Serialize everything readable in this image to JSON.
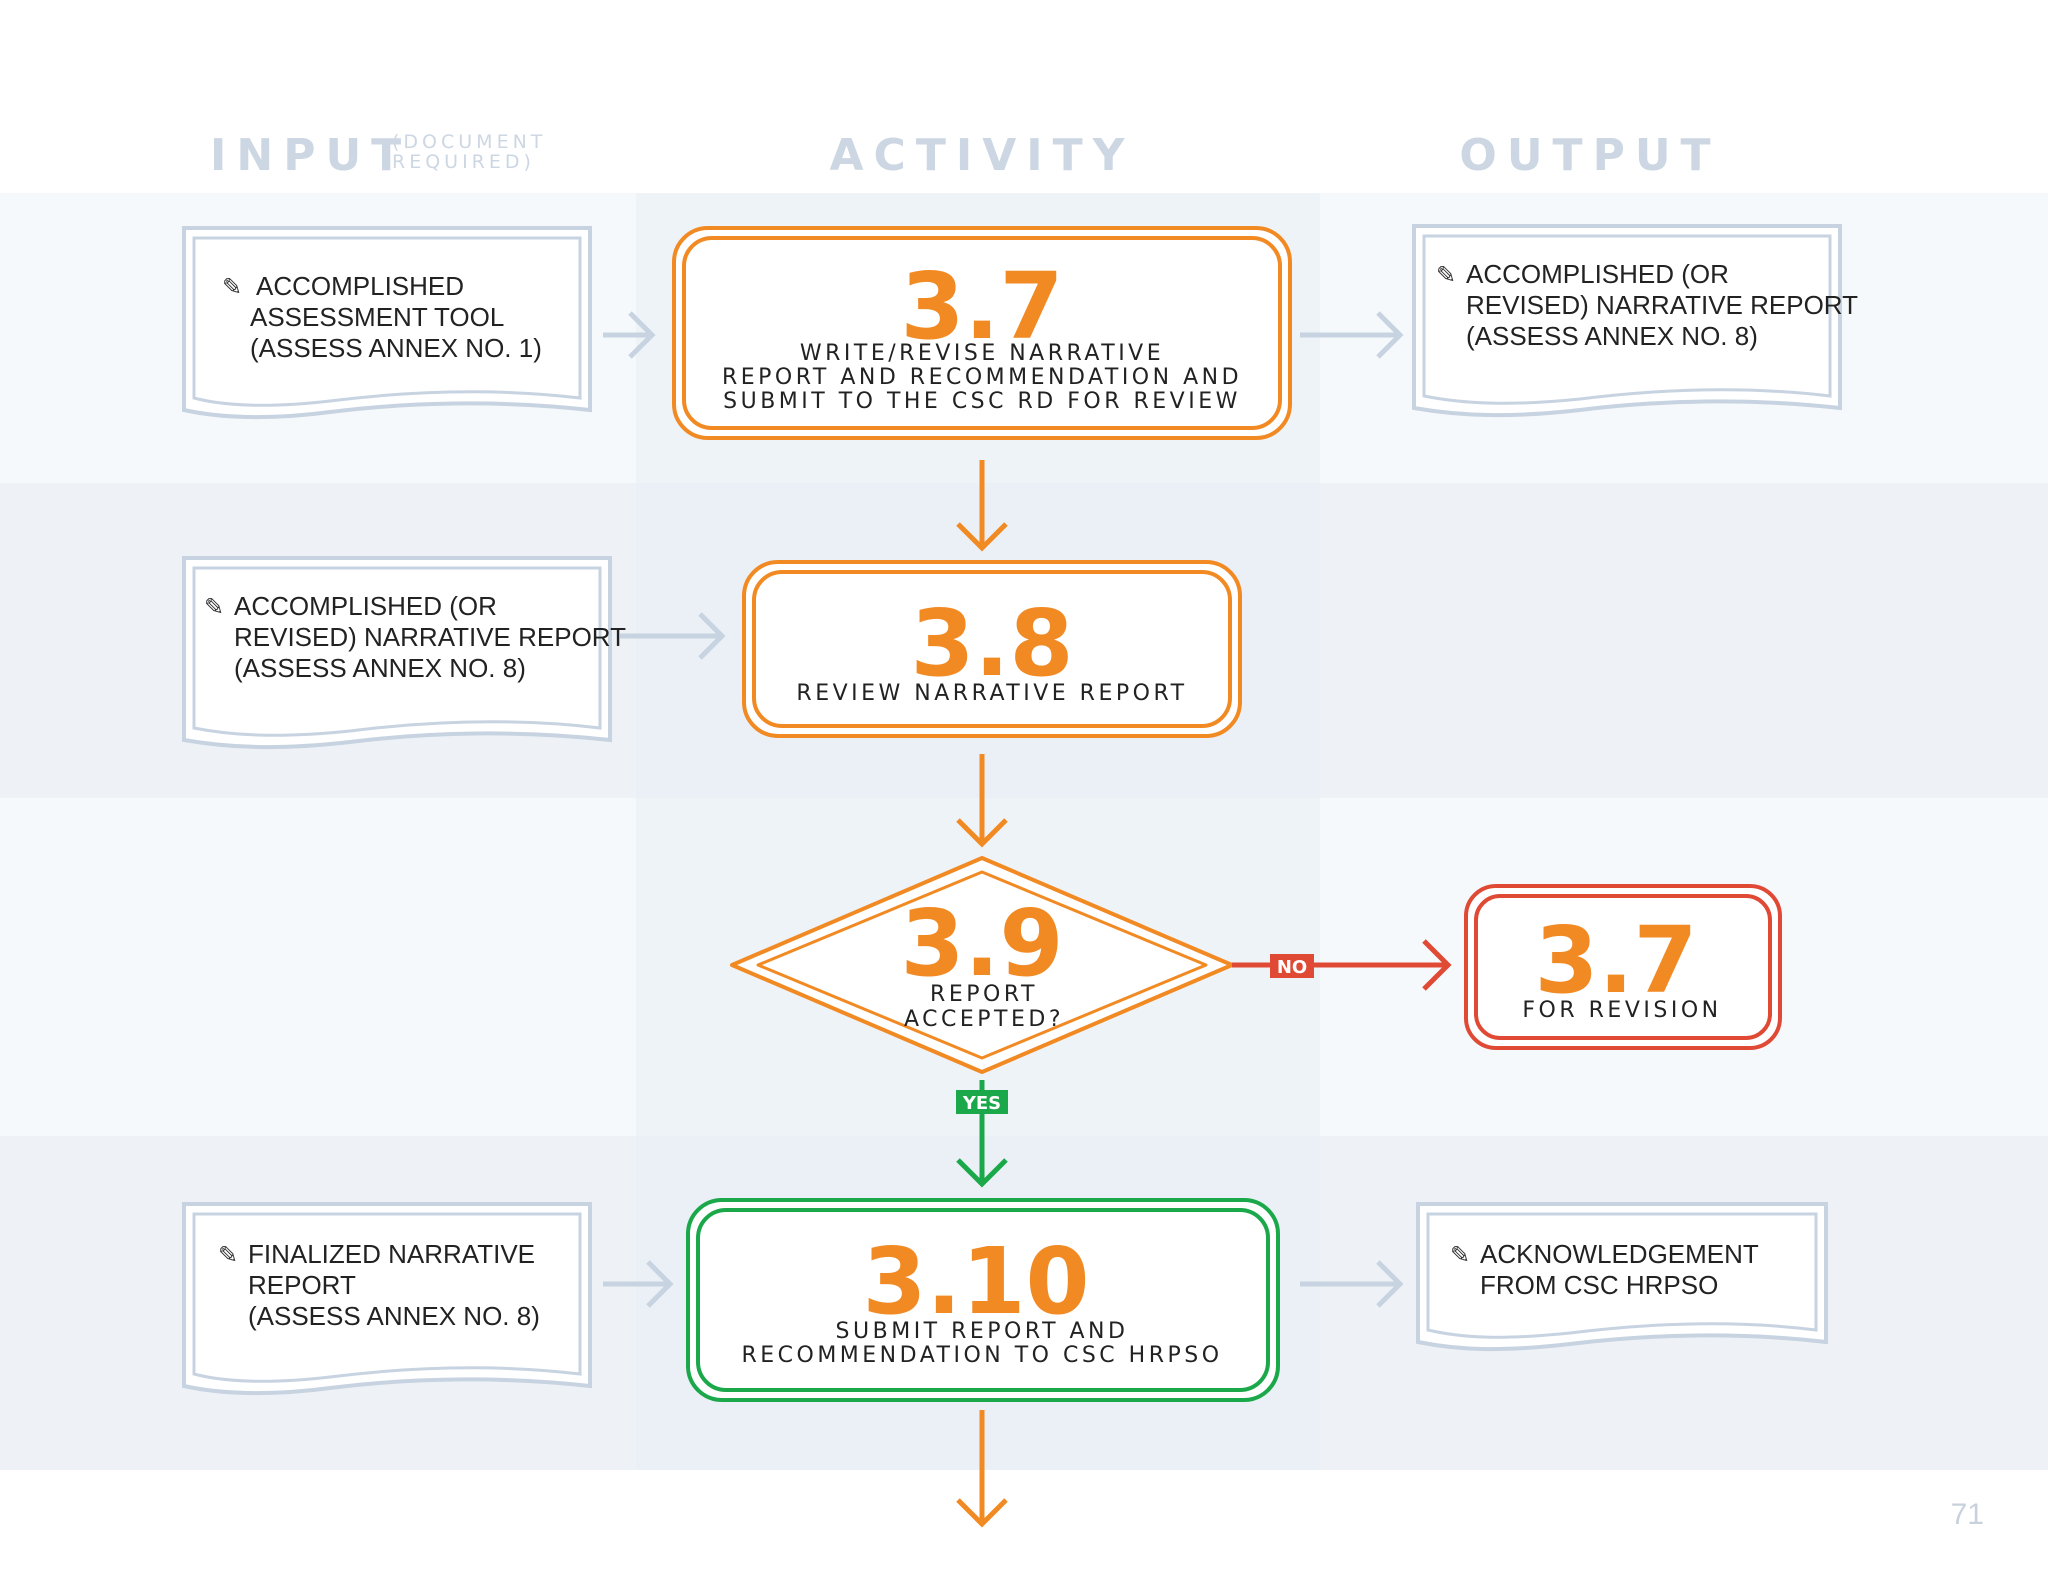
{
  "headers": {
    "input": "INPUT",
    "input_sub_1": "(DOCUMENT",
    "input_sub_2": "REQUIRED)",
    "activity": "ACTIVITY",
    "output": "OUTPUT"
  },
  "inputs": [
    {
      "lines": [
        "ACCOMPLISHED",
        "ASSESSMENT TOOL",
        "(ASSESS ANNEX NO. 1)"
      ]
    },
    {
      "lines": [
        "ACCOMPLISHED (OR",
        "REVISED) NARRATIVE REPORT",
        "(ASSESS ANNEX NO. 8)"
      ]
    },
    {
      "lines": [
        "FINALIZED NARRATIVE",
        "REPORT",
        "(ASSESS ANNEX NO. 8)"
      ]
    }
  ],
  "activities": [
    {
      "number": "3.7",
      "lines": [
        "WRITE/REVISE NARRATIVE",
        "REPORT AND RECOMMENDATION AND",
        "SUBMIT TO THE CSC RD FOR REVIEW"
      ]
    },
    {
      "number": "3.8",
      "lines": [
        "REVIEW NARRATIVE REPORT"
      ]
    },
    {
      "number": "3.9",
      "lines": [
        "REPORT",
        "ACCEPTED?"
      ]
    },
    {
      "number": "3.10",
      "lines": [
        "SUBMIT REPORT AND",
        "RECOMMENDATION TO CSC HRPSO"
      ]
    }
  ],
  "decision": {
    "no_label": "NO",
    "yes_label": "YES"
  },
  "revision": {
    "number": "3.7",
    "label": "FOR REVISION"
  },
  "outputs": [
    {
      "lines": [
        "ACCOMPLISHED (OR",
        "REVISED) NARRATIVE REPORT",
        "(ASSESS ANNEX NO. 8)"
      ]
    },
    {
      "lines": [
        "ACKNOWLEDGEMENT",
        "FROM CSC HRPSO"
      ]
    }
  ],
  "page_number": "71",
  "colors": {
    "orange": "#f28a24",
    "green": "#1aa84a",
    "red": "#e04a35",
    "doc_outline": "#c7d3e1",
    "band_light": "#f6f9fc",
    "band_dark": "#eef2f7",
    "activity_column": "#e8eef4"
  }
}
